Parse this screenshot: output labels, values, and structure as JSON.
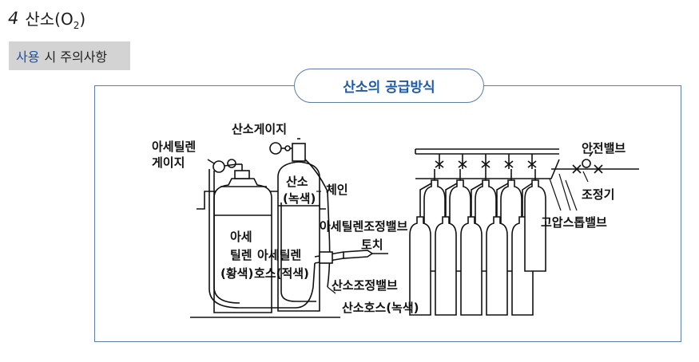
{
  "heading": {
    "number": "4",
    "title": "산소(",
    "formula_main": "O",
    "formula_sub": "2",
    "close": ")"
  },
  "subheading": {
    "accent": "사용",
    "rest": "시 주의사항"
  },
  "figure": {
    "title": "산소의 공급방식",
    "labels": {
      "acetylene_gauge_1": "아세틸렌",
      "acetylene_gauge_2": "게이지",
      "oxygen_gauge": "산소게이지",
      "oxygen_tank_1": "산소",
      "oxygen_tank_2": "(녹색)",
      "chain": "체인",
      "acetylene_tank_1": "아세",
      "acetylene_tank_2": "틸렌",
      "acetylene_tank_3": "(황색)",
      "acetylene_hose_1": "아세틸렌",
      "acetylene_hose_2": "호스(적색)",
      "acetylene_valve": "아세틸렌조정밸브",
      "torch": "토치",
      "oxygen_valve": "산소조정밸브",
      "oxygen_hose": "산소호스(녹색)",
      "safety_valve": "안전밸브",
      "regulator": "조정기",
      "high_pressure_stop_valve": "고압스톱밸브"
    }
  }
}
